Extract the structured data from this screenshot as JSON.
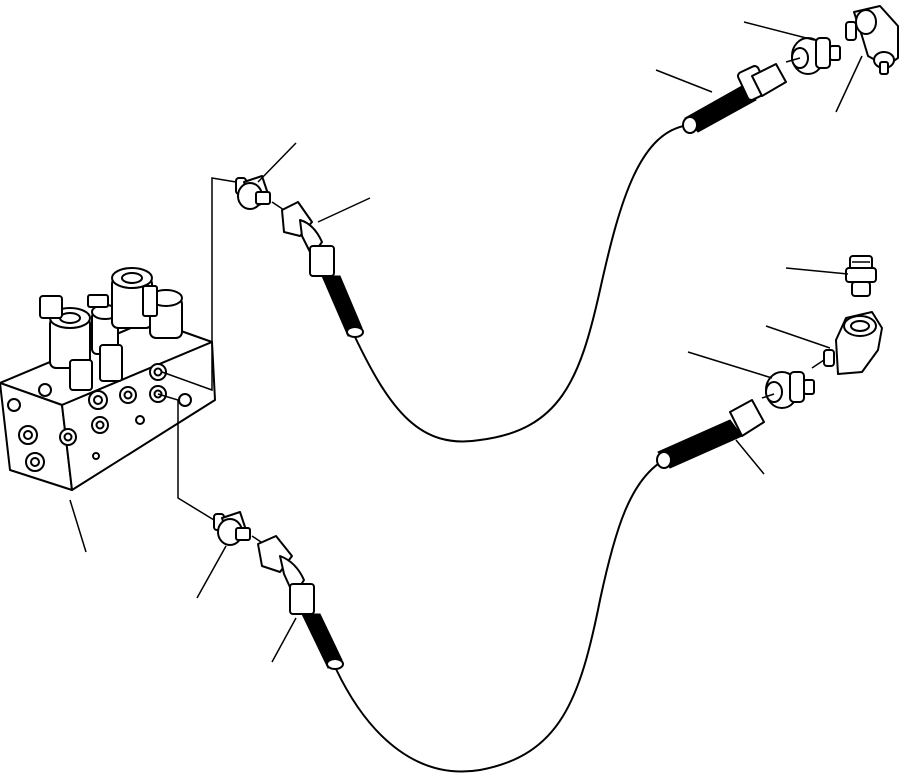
{
  "colors": {
    "line": "#000000",
    "background": "#ffffff"
  },
  "parts": [
    {
      "name": "valve-block"
    },
    {
      "name": "upper-adapter"
    },
    {
      "name": "upper-hose"
    },
    {
      "name": "upper-right-adapter"
    },
    {
      "name": "upper-right-elbow"
    },
    {
      "name": "lower-adapter"
    },
    {
      "name": "lower-hose"
    },
    {
      "name": "lower-right-plug"
    },
    {
      "name": "lower-right-elbow"
    },
    {
      "name": "lower-right-adapter"
    }
  ]
}
